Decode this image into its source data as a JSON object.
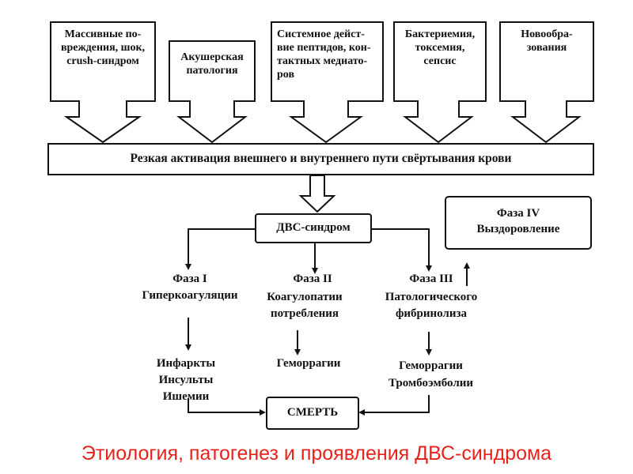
{
  "causes": [
    {
      "text": "Массивные по-\nвреждения, шок,\ncrush-синдром"
    },
    {
      "text": "Акушерская\nпатология"
    },
    {
      "text": "Системное  дейст-\nвие пептидов, кон-\nтактных   медиато-\nров"
    },
    {
      "text": "Бактериемия,\nтоксемия,\nсепсис"
    },
    {
      "text": "Новообра-\nзования"
    }
  ],
  "activation": "Резкая активация внешнего и внутреннего пути свёртывания крови",
  "dvs": "ДВС-синдром",
  "phase4": {
    "title": "Фаза IV",
    "subtitle": "Выздоровление"
  },
  "phases": [
    {
      "title": "Фаза I",
      "desc": "Гиперкоагуляции"
    },
    {
      "title": "Фаза II",
      "desc": "Коагулопатии\nпотребления"
    },
    {
      "title": "Фаза III",
      "desc": "Патологического\nфибринолиза"
    }
  ],
  "outcomes": [
    {
      "text": "Инфаркты\nИнсульты\nИшемии"
    },
    {
      "text": "Геморрагии"
    },
    {
      "text": "Геморрагии\nТромбоэмболии"
    }
  ],
  "death": "СМЕРТЬ",
  "caption": "Этиология, патогенез и проявления ДВС-синдрома"
}
